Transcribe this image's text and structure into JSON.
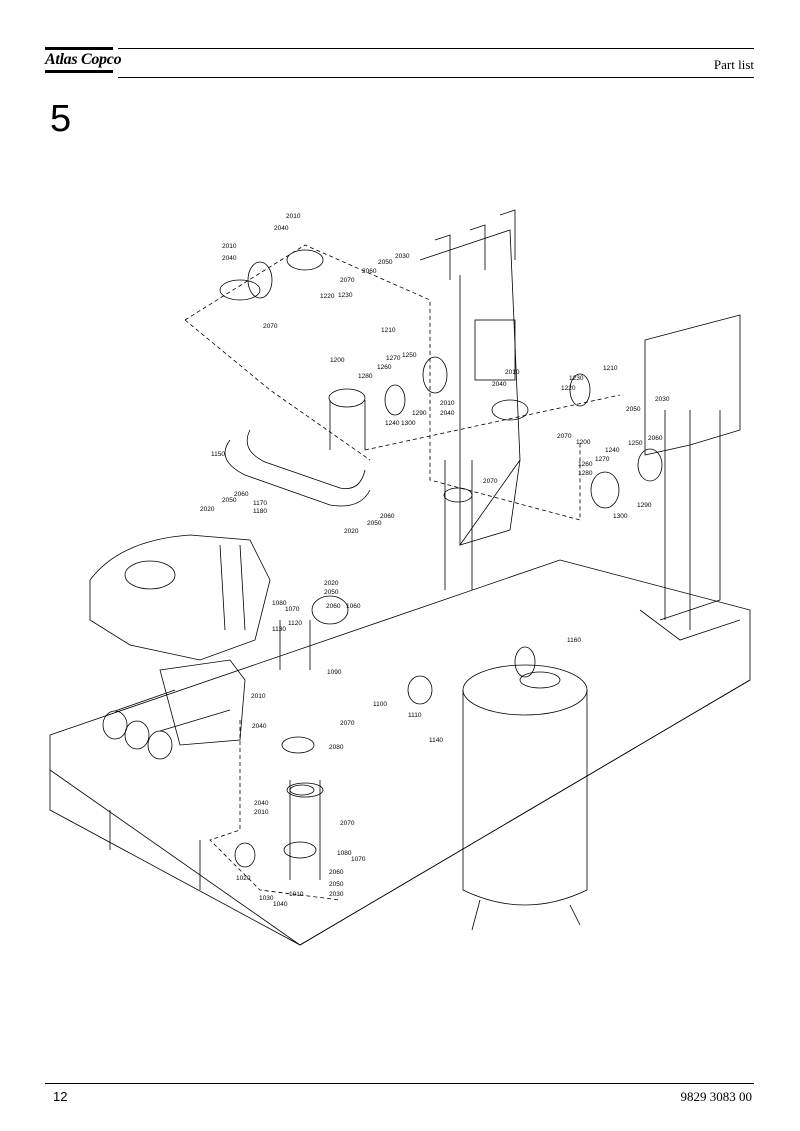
{
  "header": {
    "brand": "Atlas Copco",
    "title": "Part list"
  },
  "section": {
    "number": "5"
  },
  "footer": {
    "page": "12",
    "document_number": "9829 3083 00"
  },
  "callouts": [
    {
      "label": "2010"
    },
    {
      "label": "2040"
    },
    {
      "label": "2010"
    },
    {
      "label": "2040"
    },
    {
      "label": "2070"
    },
    {
      "label": "2070"
    },
    {
      "label": "2050"
    },
    {
      "label": "2030"
    },
    {
      "label": "2060"
    },
    {
      "label": "1220"
    },
    {
      "label": "1230"
    },
    {
      "label": "1210"
    },
    {
      "label": "1200"
    },
    {
      "label": "1270"
    },
    {
      "label": "1260"
    },
    {
      "label": "1250"
    },
    {
      "label": "1280"
    },
    {
      "label": "2010"
    },
    {
      "label": "2040"
    },
    {
      "label": "1290"
    },
    {
      "label": "1240"
    },
    {
      "label": "1300"
    },
    {
      "label": "2010"
    },
    {
      "label": "2040"
    },
    {
      "label": "2070"
    },
    {
      "label": "2070"
    },
    {
      "label": "1210"
    },
    {
      "label": "1230"
    },
    {
      "label": "1220"
    },
    {
      "label": "2050"
    },
    {
      "label": "2030"
    },
    {
      "label": "2060"
    },
    {
      "label": "1200"
    },
    {
      "label": "1250"
    },
    {
      "label": "1240"
    },
    {
      "label": "1270"
    },
    {
      "label": "1260"
    },
    {
      "label": "1280"
    },
    {
      "label": "1290"
    },
    {
      "label": "1300"
    },
    {
      "label": "1150"
    },
    {
      "label": "2060"
    },
    {
      "label": "2050"
    },
    {
      "label": "2020"
    },
    {
      "label": "1170"
    },
    {
      "label": "1180"
    },
    {
      "label": "2060"
    },
    {
      "label": "2050"
    },
    {
      "label": "2020"
    },
    {
      "label": "2020"
    },
    {
      "label": "2050"
    },
    {
      "label": "2060"
    },
    {
      "label": "1060"
    },
    {
      "label": "1080"
    },
    {
      "label": "1070"
    },
    {
      "label": "1130"
    },
    {
      "label": "1120"
    },
    {
      "label": "1090"
    },
    {
      "label": "1160"
    },
    {
      "label": "1100"
    },
    {
      "label": "1110"
    },
    {
      "label": "1140"
    },
    {
      "label": "2010"
    },
    {
      "label": "2040"
    },
    {
      "label": "2070"
    },
    {
      "label": "2080"
    },
    {
      "label": "2040"
    },
    {
      "label": "2010"
    },
    {
      "label": "2070"
    },
    {
      "label": "1080"
    },
    {
      "label": "1070"
    },
    {
      "label": "1020"
    },
    {
      "label": "2060"
    },
    {
      "label": "2050"
    },
    {
      "label": "2030"
    },
    {
      "label": "1010"
    },
    {
      "label": "1030"
    },
    {
      "label": "1040"
    }
  ]
}
